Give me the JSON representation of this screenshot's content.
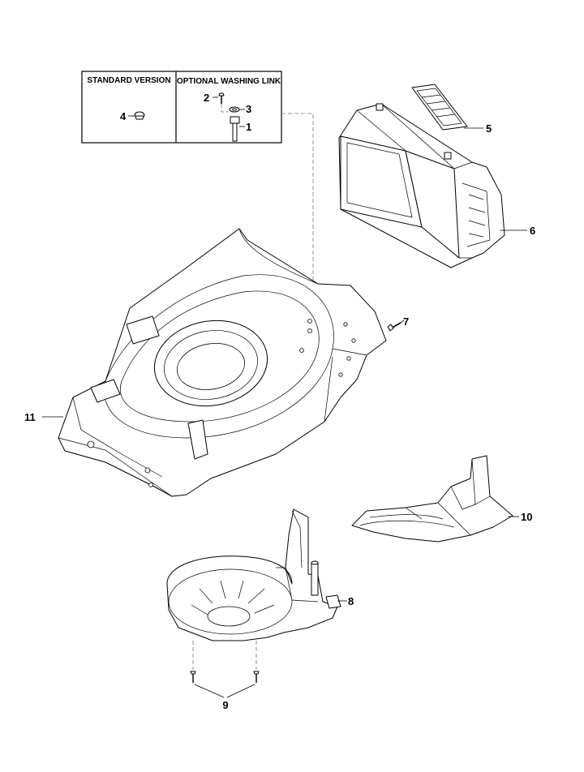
{
  "box": {
    "standard_header": "STANDARD VERSION",
    "optional_header": "OPTIONAL WASHING LINK"
  },
  "callouts": {
    "p1": "1",
    "p2": "2",
    "p3": "3",
    "p4": "4",
    "p5": "5",
    "p6": "6",
    "p7": "7",
    "p8": "8",
    "p9": "9",
    "p10": "10",
    "p11": "11"
  }
}
